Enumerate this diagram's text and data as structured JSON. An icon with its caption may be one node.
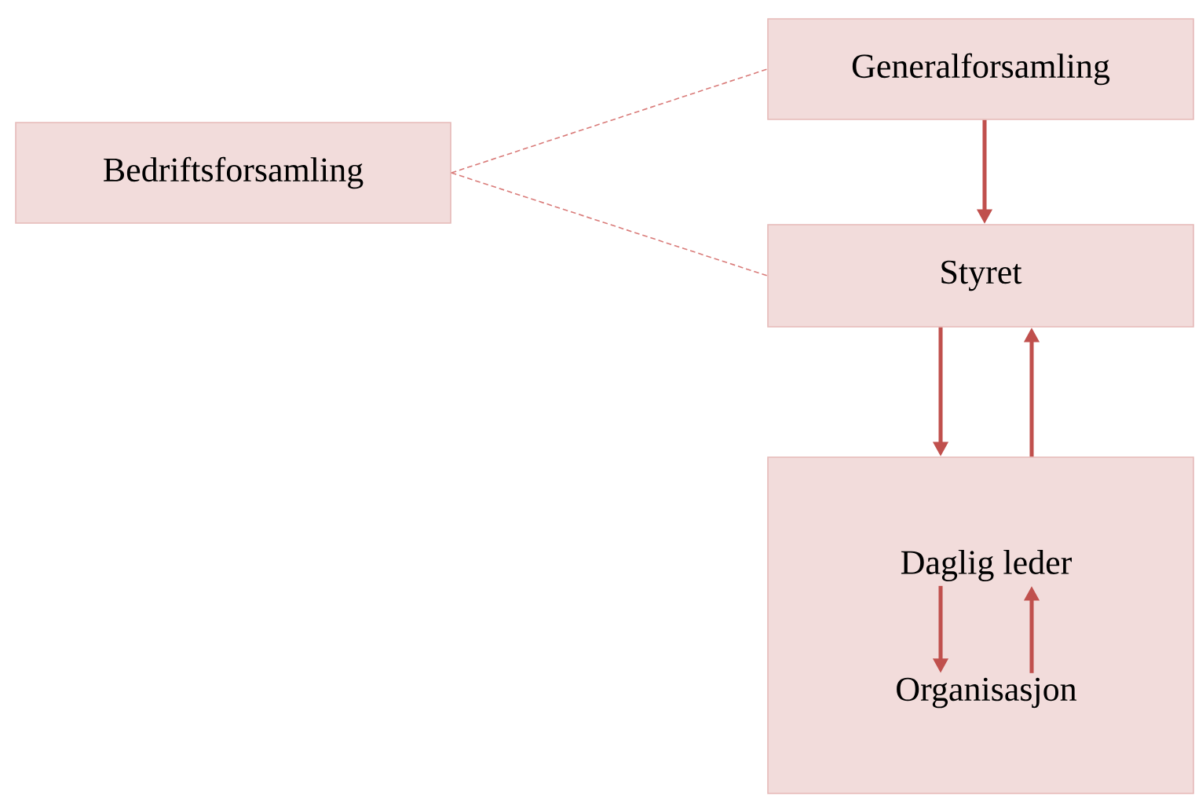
{
  "diagram": {
    "nodes": [
      {
        "text": [
          "Bedriftsforsamling"
        ]
      },
      {
        "text": [
          "Generalforsamling"
        ]
      },
      {
        "text": [
          "Styret"
        ]
      },
      {
        "text": [],
        "shape": "box"
      },
      {
        "text": [
          "Daglig leder"
        ],
        "in": 3
      },
      {
        "text": [
          "Organisasjon"
        ],
        "in": 3
      }
    ],
    "edges": [
      {
        "from": 0,
        "to": 1,
        "arrow": "none",
        "style": "dashed"
      },
      {
        "from": 0,
        "to": 2,
        "arrow": "none",
        "style": "dashed"
      },
      {
        "from": 1,
        "to": 2,
        "arrow": "to"
      },
      {
        "from": 2,
        "to": 3,
        "arrow": "to"
      },
      {
        "from": 3,
        "to": 2,
        "arrow": "to"
      },
      {
        "from": 4,
        "to": 5,
        "arrow": "to"
      },
      {
        "from": 5,
        "to": 4,
        "arrow": "to"
      }
    ]
  }
}
